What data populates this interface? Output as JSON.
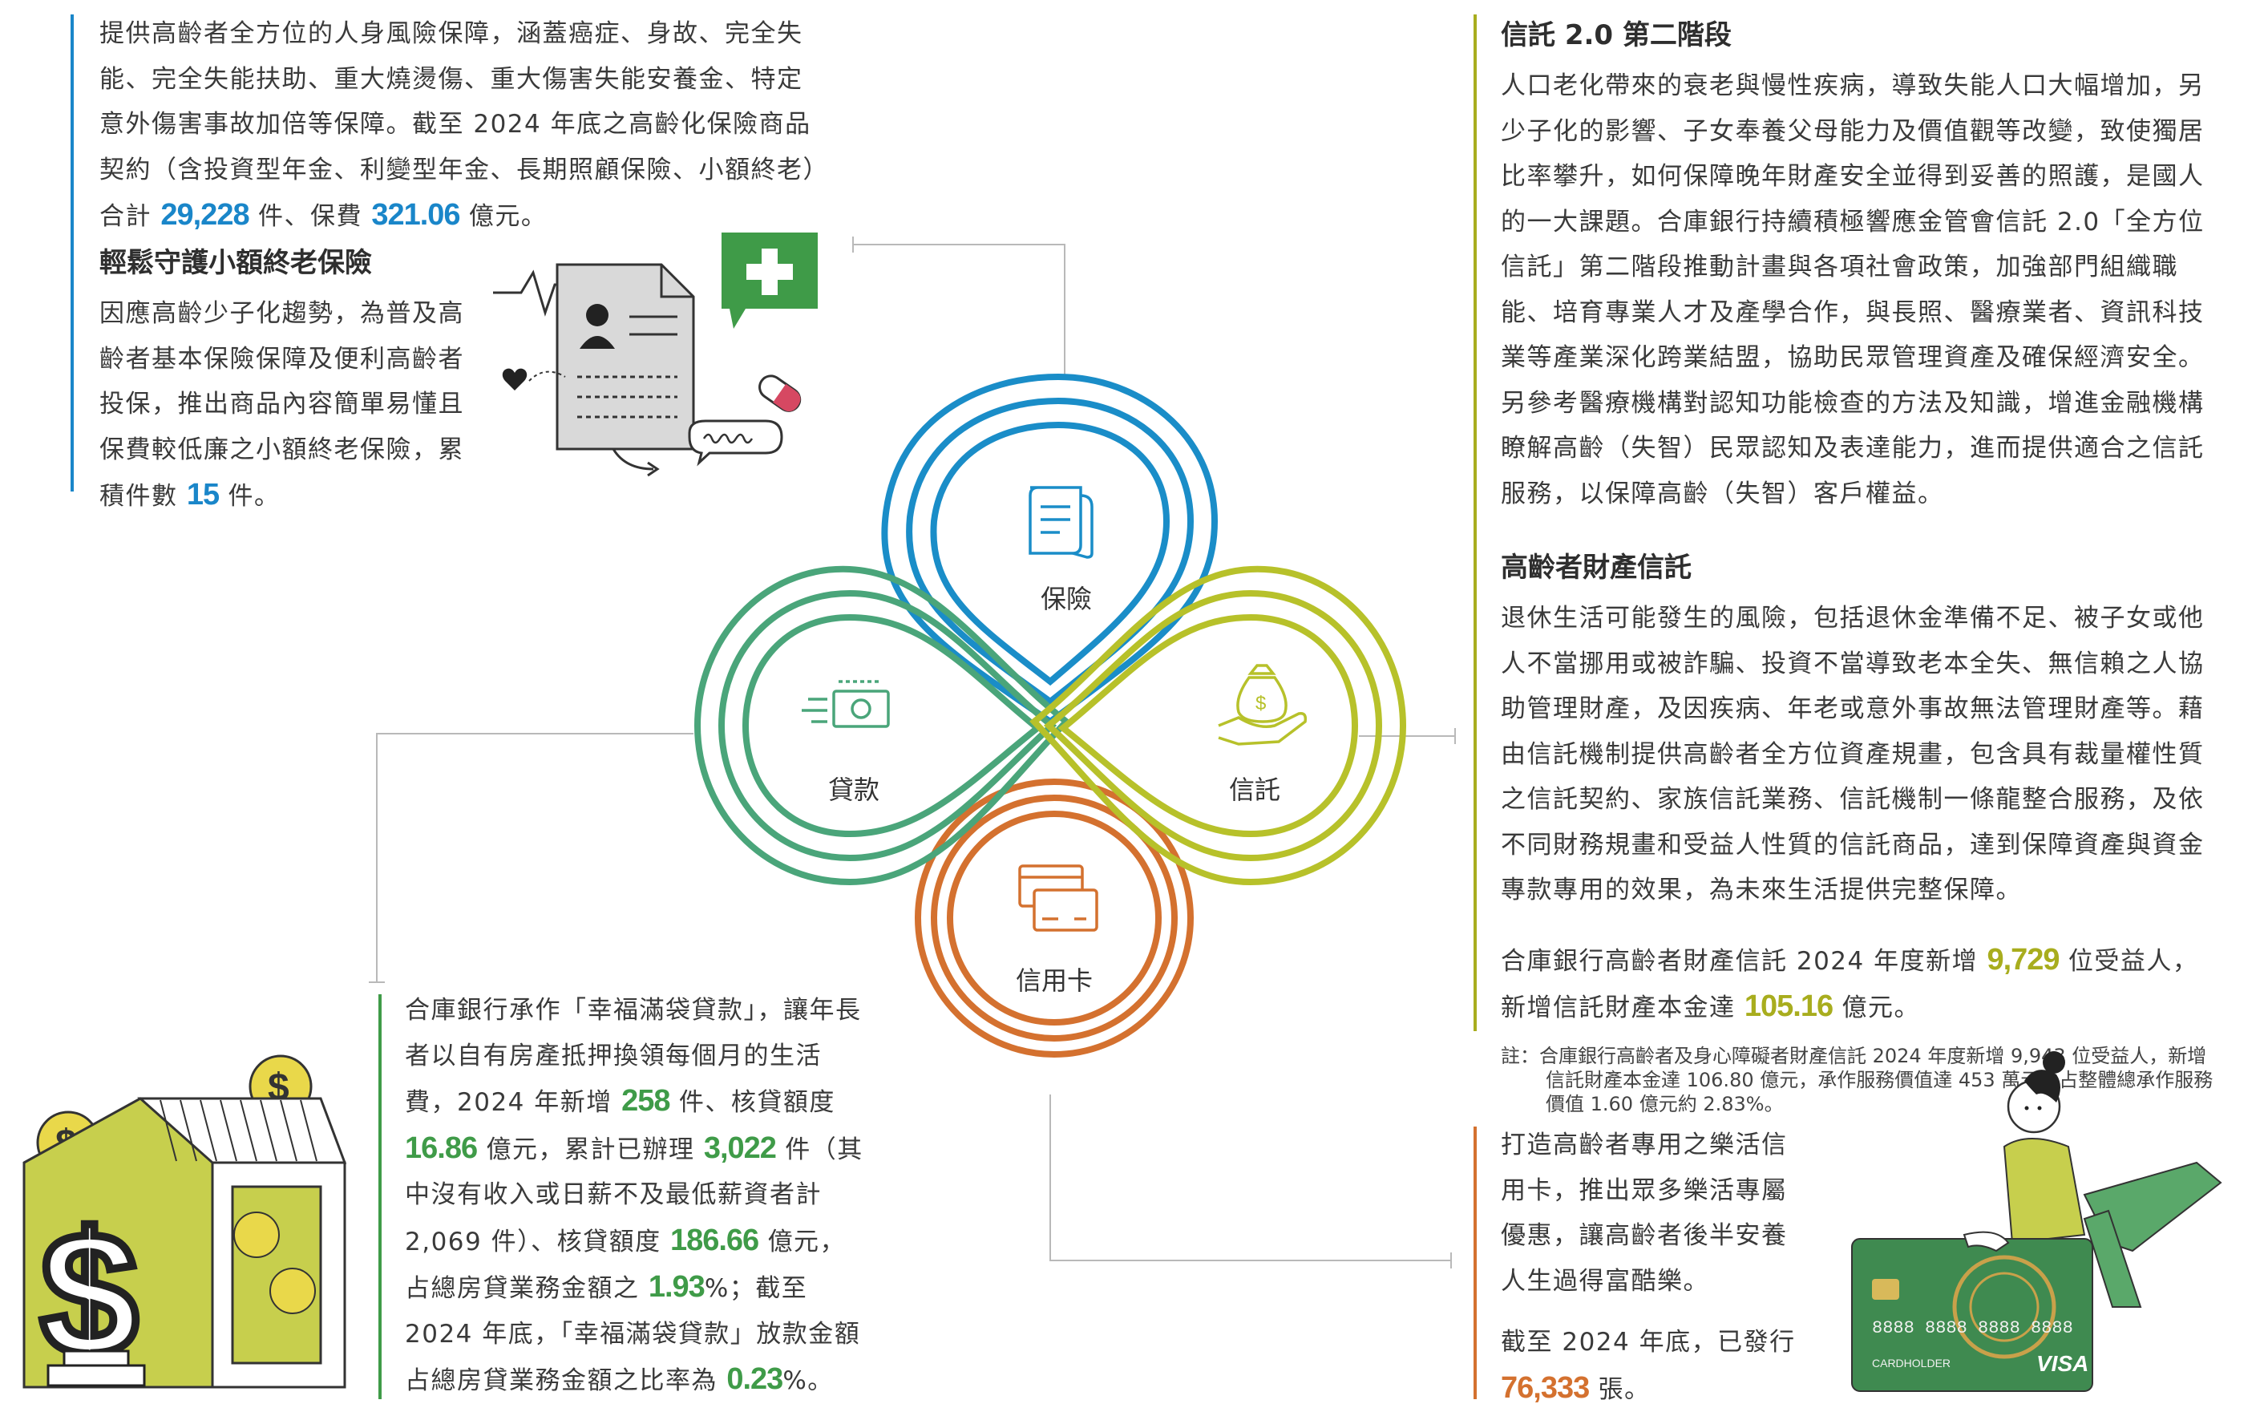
{
  "insurance_block": {
    "paragraph_1": "提供高齡者全方位的人身風險保障，涵蓋癌症、身故、完全失能、完全失能扶助、重大燒燙傷、重大傷害失能安養金、特定意外傷害事故加倍等保障。截至 2024 年底之高齡化保險商品契約（含投資型年金、利變型年金、長期照顧保險、小額終老）合計",
    "contracts": "29,228",
    "mid_1": "件、保費",
    "premium": "321.06",
    "end_1": "億元。",
    "heading": "輕鬆守護小額終老保險",
    "paragraph_2": "因應高齡少子化趨勢，為普及高齡者基本保險保障及便利高齡者投保，推出商品內容簡單易懂且保費較低廉之小額終老保險，累積件數",
    "policies": "15",
    "end_2": "件。"
  },
  "trust_block": {
    "heading_1": "信託 2.0 第二階段",
    "paragraph_1": "人口老化帶來的衰老與慢性疾病，導致失能人口大幅增加，另少子化的影響、子女奉養父母能力及價值觀等改變，致使獨居比率攀升，如何保障晚年財產安全並得到妥善的照護，是國人的一大課題。合庫銀行持續積極響應金管會信託 2.0「全方位信託」第二階段推動計畫與各項社會政策，加強部門組織職能、培育專業人才及產學合作，與長照、醫療業者、資訊科技業等產業深化跨業結盟，協助民眾管理資產及確保經濟安全。另參考醫療機構對認知功能檢查的方法及知識，增進金融機構瞭解高齡（失智）民眾認知及表達能力，進而提供適合之信託服務，以保障高齡（失智）客戶權益。",
    "heading_2": "高齡者財產信託",
    "paragraph_2": "退休生活可能發生的風險，包括退休金準備不足、被子女或他人不當挪用或被詐騙、投資不當導致老本全失、無信賴之人協助管理財產，及因疾病、年老或意外事故無法管理財產等。藉由信託機制提供高齡者全方位資產規畫，包含具有裁量權性質之信託契約、家族信託業務、信託機制一條龍整合服務，及依不同財務規畫和受益人性質的信託商品，達到保障資產與資金專款專用的效果，為未來生活提供完整保障。",
    "summary_pre": "合庫銀行高齡者財產信託 2024 年度新增",
    "beneficiaries": "9,729",
    "summary_mid": "位受益人，新增信託財產本金達",
    "principal": "105.16",
    "summary_end": "億元。",
    "note": "註：合庫銀行高齡者及身心障礙者財產信託 2024 年度新增 9,943 位受益人，新增信託財產本金達 106.80 億元，承作服務價值達 453 萬元，占整體總承作服務價值 1.60 億元約 2.83%。"
  },
  "loan_block": {
    "p_pre": "合庫銀行承作「幸福滿袋貸款」，讓年長者以自有房產抵押換領每個月的生活費，2024 年新增",
    "new_cases": "258",
    "p_a": "件、核貸額度",
    "new_amount": "16.86",
    "p_b": "億元，累計已辦理",
    "total_cases": "3,022",
    "p_c": "件（其中沒有收入或日薪不及最低薪資者計 2,069 件）、核貸額度",
    "total_amount": "186.66",
    "p_d": "億元，占總房貸業務金額之",
    "ratio_1": "1.93",
    "p_e": "%；截至 2024 年底，「幸福滿袋貸款」放款金額占總房貸業務金額之比率為",
    "ratio_2": "0.23",
    "p_f": "%。"
  },
  "card_block": {
    "paragraph": "打造高齡者專用之樂活信用卡，推出眾多樂活專屬優惠，讓高齡者後半安養人生過得富酷樂。",
    "issued_pre": "截至 2024 年底，已發行",
    "issued": "76,333",
    "issued_end": "張。",
    "card_number": "8888 8888 8888 8888",
    "card_holder": "CARDHOLDER",
    "card_brand": "VISA"
  },
  "center_diagram": {
    "labels": {
      "insurance": "保險",
      "loan": "貸款",
      "trust": "信託",
      "credit_card": "信用卡"
    },
    "colors": {
      "blue": "#1a8dc8",
      "teal_green": "#4aa57a",
      "lime": "#b7c12a",
      "orange": "#d4712f"
    }
  },
  "colors": {
    "blue": "#1a86c9",
    "green": "#3f9b48",
    "lime": "#a8ad1e",
    "orange": "#d4712f",
    "house_lime": "#c7cf4d",
    "coin": "#e9d84a",
    "illustration_green": "#5aa86a"
  },
  "icons": [
    "document-icon",
    "medical-cross-icon",
    "heart-icon",
    "pill-icon",
    "scroll-icon",
    "money-bill-icon",
    "money-bag-hand-icon",
    "credit-cards-icon",
    "dollar-house-icon",
    "coin-icon",
    "person-illustration"
  ]
}
